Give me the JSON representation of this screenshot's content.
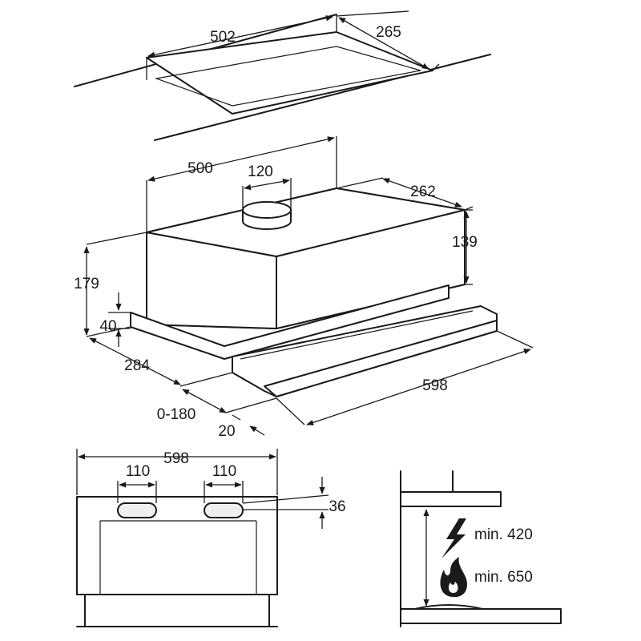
{
  "cutout": {
    "width": "502",
    "depth": "265"
  },
  "hood": {
    "width": "500",
    "outlet": "120",
    "depth": "262",
    "height_body": "139",
    "height_total": "179",
    "height_front": "40",
    "depth_total": "284",
    "extension": "0-180",
    "front_offset": "20",
    "front_width": "598"
  },
  "front_view": {
    "width": "598",
    "slot_left": "110",
    "slot_right": "110",
    "slot_height": "36"
  },
  "clearance": {
    "electric": "min. 420",
    "gas": "min. 650",
    "electric_icon": "lightning-icon",
    "gas_icon": "flame-icon"
  }
}
